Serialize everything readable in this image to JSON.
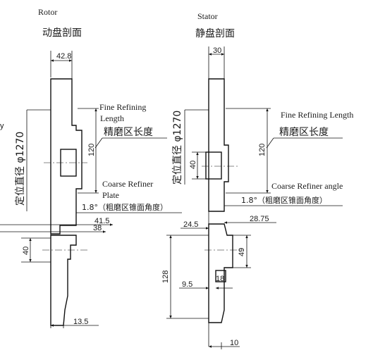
{
  "rotor": {
    "name_en": "Rotor",
    "name_cn": "动盘剖面",
    "top_width": "42.8",
    "fine_refining_en": "Fine Refining",
    "fine_refining_en_2": "Length",
    "fine_refining_cn": "精磨区长度",
    "fine_length": "120",
    "coarse_en": "Coarse Refiner",
    "coarse_en_2": "Plate",
    "angle": "1.8°（粗磨区锥面角度）",
    "dim_41_5": "41.5",
    "dim_38": "38",
    "dim_40": "40",
    "dim_13_5": "13.5",
    "diameter": "定位直径 φ1270"
  },
  "stator": {
    "name_en": "Stator",
    "name_cn": "静盘剖面",
    "top_width": "30",
    "fine_refining_en": "Fine Refining Length",
    "fine_refining_cn": "精磨区长度",
    "fine_length": "120",
    "coarse_en": "Coarse Refiner angle",
    "angle": "1.8°（粗磨区锥面角度）",
    "dim_40": "40",
    "dim_24_5": "24.5",
    "dim_28_75": "28.75",
    "dim_49": "49",
    "dim_128": "128",
    "dim_9_5": "9.5",
    "dim_18": "18",
    "dim_10": "10",
    "diameter": "定位直径 φ1270"
  }
}
